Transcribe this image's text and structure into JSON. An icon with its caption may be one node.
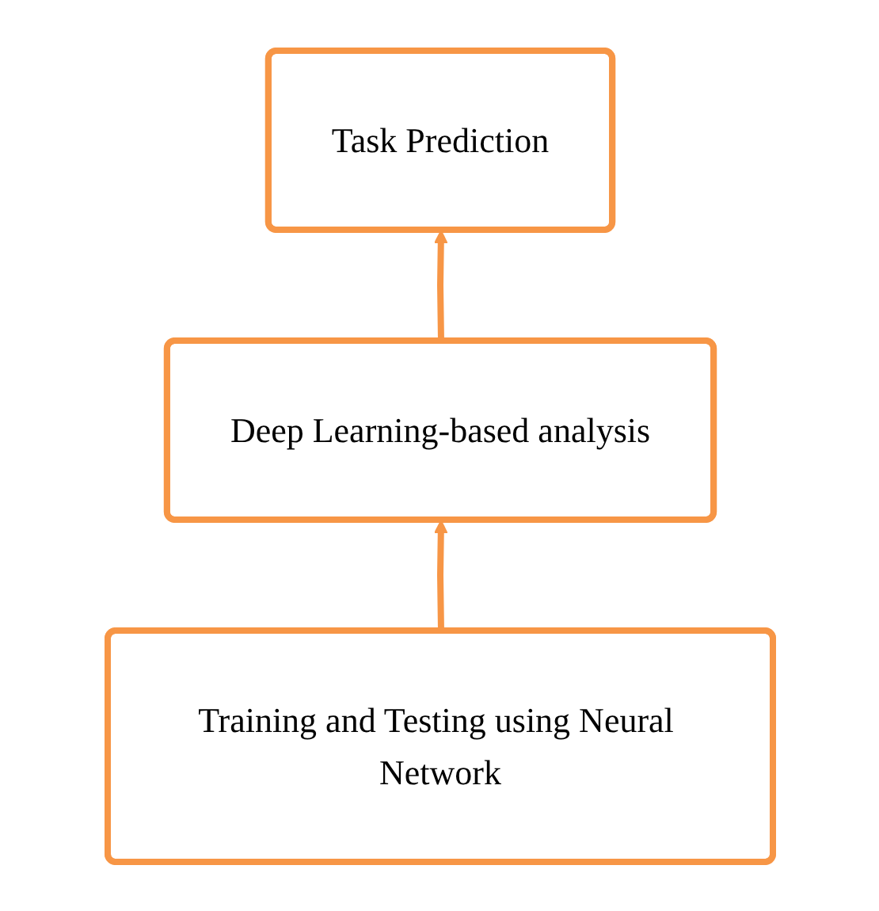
{
  "diagram": {
    "nodes": [
      {
        "text": [
          "Task Prediction"
        ]
      },
      {
        "text": [
          "Deep Learning-based analysis"
        ]
      },
      {
        "text": [
          "Training and Testing using Neural Network"
        ]
      }
    ],
    "edges": [
      {
        "from": 2,
        "to": 1,
        "arrow": "to"
      },
      {
        "from": 1,
        "to": 0,
        "arrow": "to"
      }
    ]
  }
}
